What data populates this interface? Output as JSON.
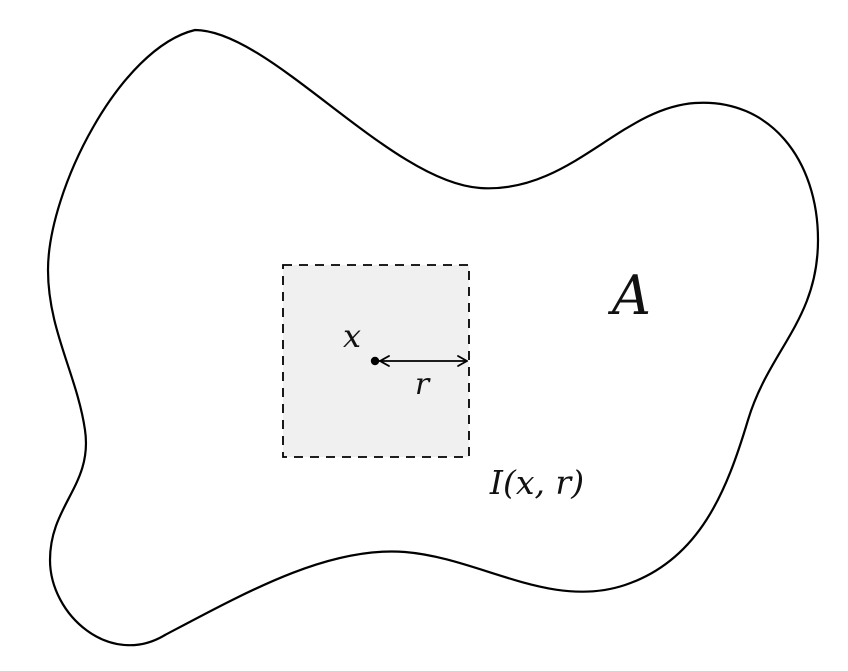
{
  "figure": {
    "region_label": "A",
    "point_label": "x",
    "radius_label": "r",
    "interval_label": "I(x, r)",
    "colors": {
      "outline": "#000000",
      "square_fill": "#f0f0f0",
      "square_border": "#000000",
      "text": "#111111"
    }
  }
}
